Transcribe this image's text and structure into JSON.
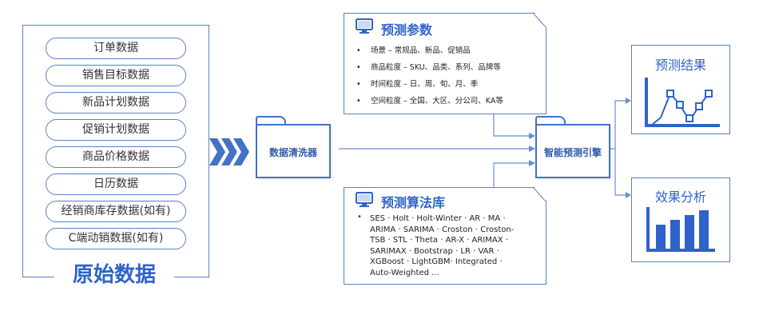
{
  "raw_data": {
    "title": "原始数据",
    "items": [
      "订单数据",
      "销售目标数据",
      "新品计划数据",
      "促销计划数据",
      "商品价格数据",
      "日历数据",
      "经销商库存数据(如有)",
      "C端动销数据(如有)"
    ]
  },
  "data_cleaner": {
    "label": "数据清洗器"
  },
  "params_card": {
    "title": "预测参数",
    "bullets": [
      "场景 – 常规品、新品、促销品",
      "商品粒度 – SKU、品类、系列、品牌等",
      "时间粒度 – 日、周、旬、月、季",
      "空间粒度 – 全国、大区、分公司、KA等"
    ]
  },
  "algo_card": {
    "title": "预测算法库",
    "lines": [
      "SES · Holt · Holt-Winter · AR · MA ·",
      "ARIMA · SARIMA · Croston · Croston-",
      "TSB · STL · Theta · AR-X · ARIMAX ·",
      "SARIMAX · Bootstrap · LR · VAR ·",
      "XGBoost · LightGBM· Integrated ·",
      "Auto-Weighted ..."
    ]
  },
  "engine": {
    "label": "智能预测引擎"
  },
  "results": {
    "forecast_title": "预测结果",
    "analysis_title": "效果分析"
  },
  "colors": {
    "accent": "#4472c4",
    "title_blue": "#2f63c9",
    "border": "#5b7fc4"
  }
}
